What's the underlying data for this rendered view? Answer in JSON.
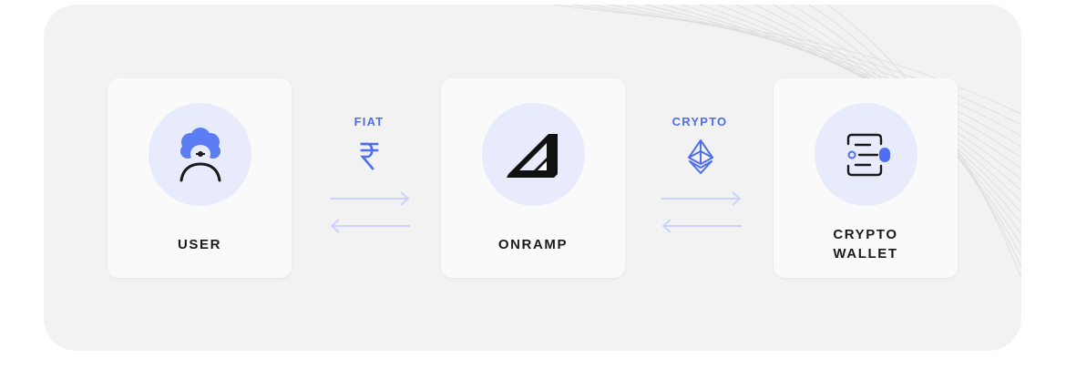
{
  "nodes": [
    {
      "id": "user",
      "label": "USER",
      "icon": "user-headset-icon"
    },
    {
      "id": "onramp",
      "label": "ONRAMP",
      "icon": "onramp-logo-icon"
    },
    {
      "id": "wallet",
      "label": "CRYPTO\nWALLET",
      "icon": "wallet-icon"
    }
  ],
  "flows": [
    {
      "label": "FIAT",
      "icon": "rupee-icon",
      "symbol": "₹"
    },
    {
      "label": "CRYPTO",
      "icon": "ethereum-icon"
    }
  ],
  "colors": {
    "accent": "#4e6df0",
    "arrow": "#c9d3fb",
    "circle_bg": "#e8ebfb",
    "panel_bg": "#f2f2f2",
    "card_bg": "#fafafa",
    "text": "#1a1a1a"
  }
}
